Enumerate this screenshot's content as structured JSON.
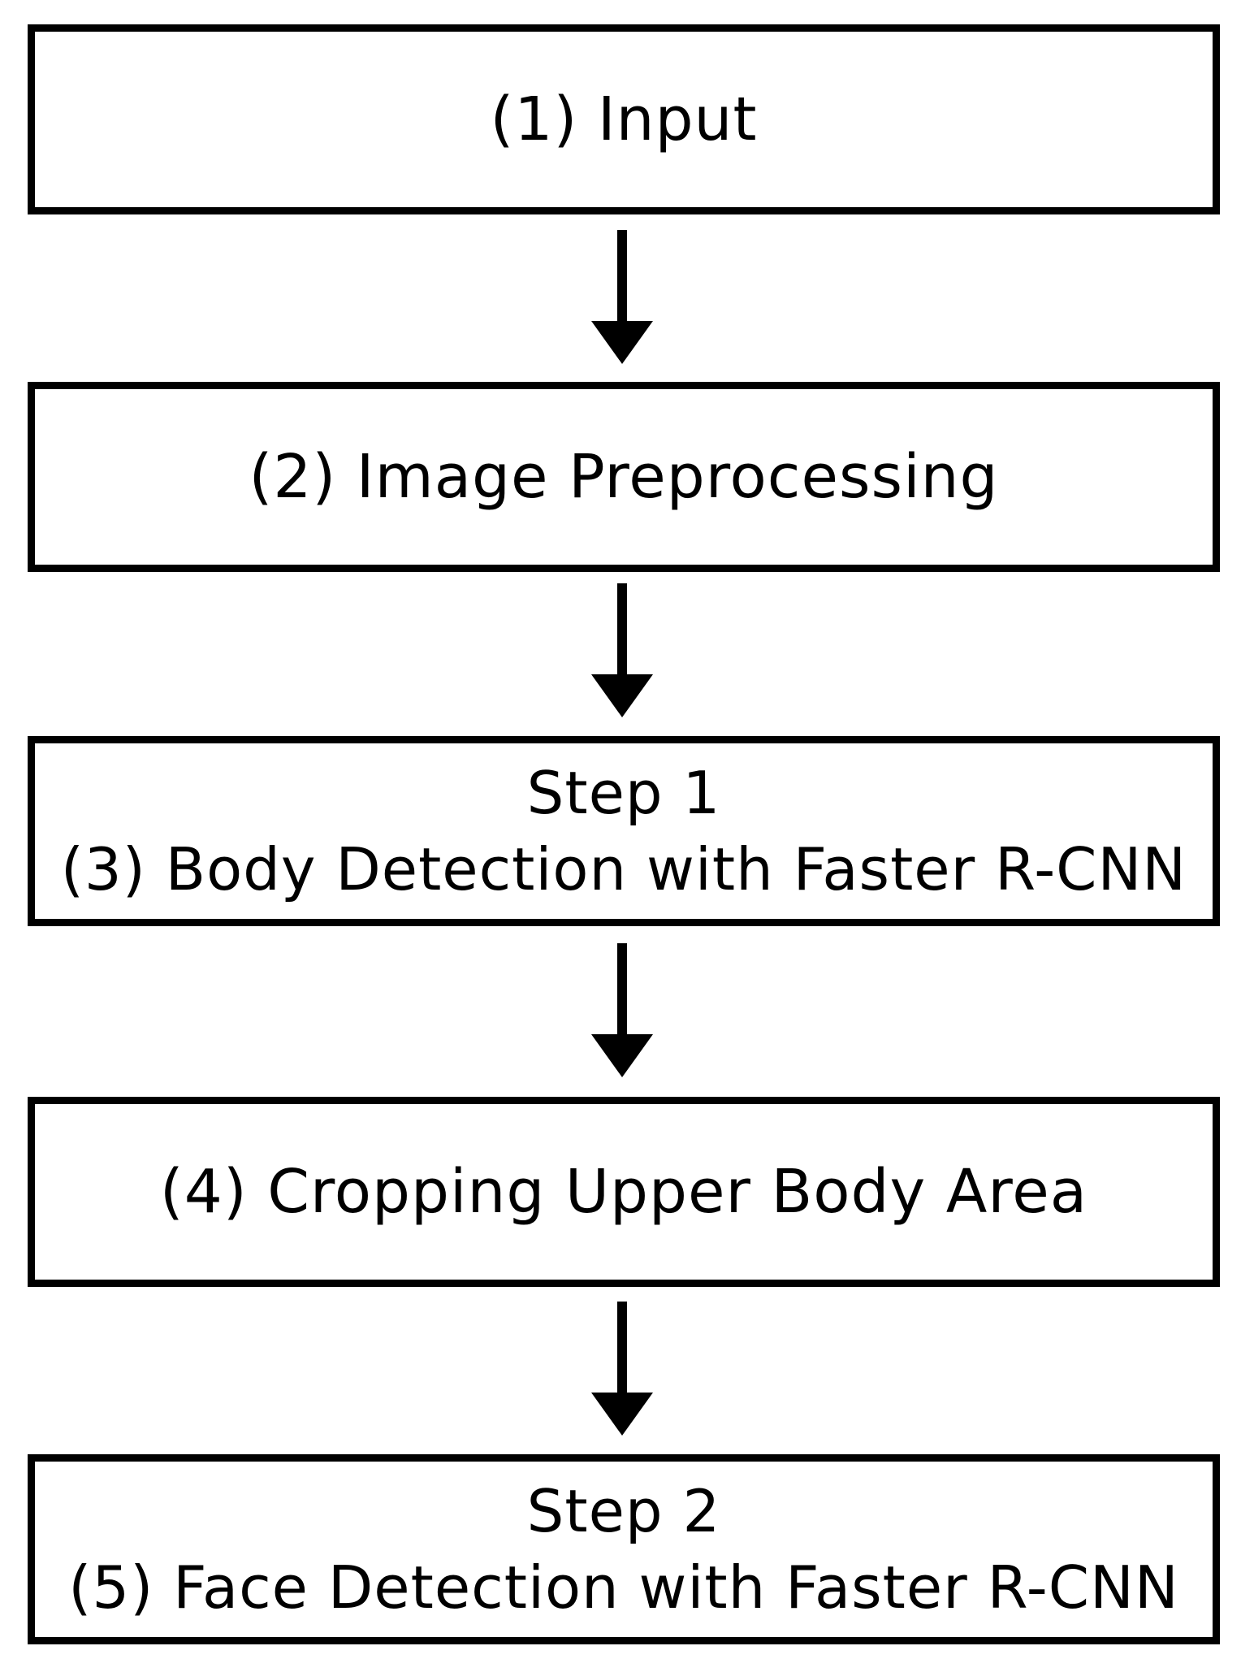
{
  "flowchart": {
    "steps": [
      {
        "lines": [
          "(1) Input"
        ]
      },
      {
        "lines": [
          "(2) Image Preprocessing"
        ]
      },
      {
        "lines": [
          "Step 1",
          "(3) Body Detection with Faster R-CNN"
        ]
      },
      {
        "lines": [
          "(4) Cropping Upper Body Area"
        ]
      },
      {
        "lines": [
          "Step 2",
          "(5) Face Detection with Faster R-CNN"
        ]
      }
    ],
    "colors": {
      "stroke": "#000000",
      "fill": "#ffffff",
      "text": "#000000"
    }
  }
}
